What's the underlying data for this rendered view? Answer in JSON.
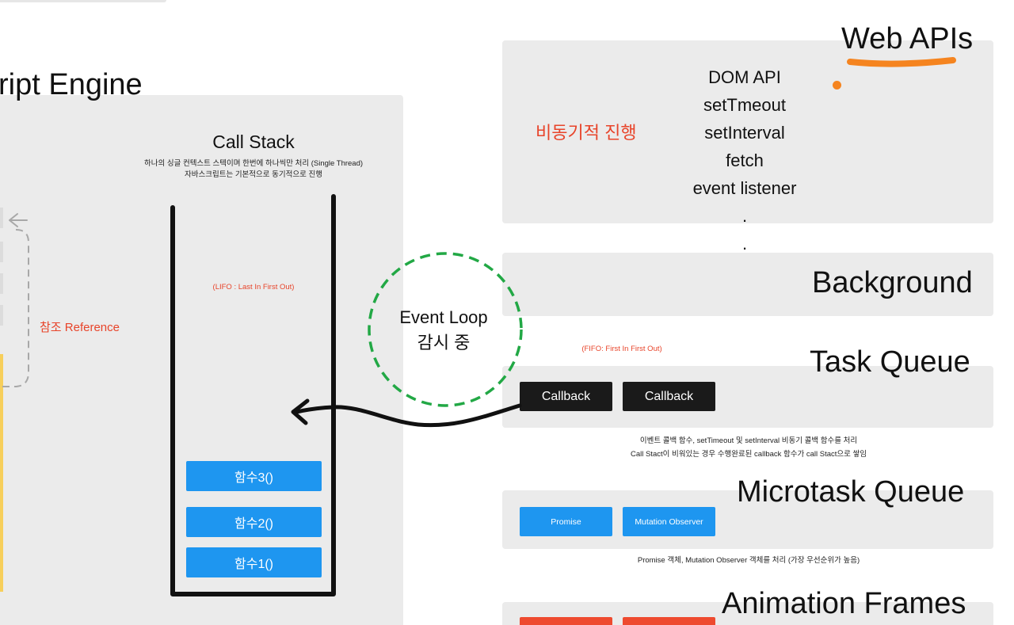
{
  "titles": {
    "engine": "ript Engine",
    "web_apis": "Web APIs",
    "background": "Background",
    "task_queue": "Task Queue",
    "microtask_queue": "Microtask Queue",
    "animation_frames": "Animation Frames"
  },
  "call_stack": {
    "title": "Call Stack",
    "note_line1": "하나의 싱글 컨텍스트 스텍이며 한번에 하나씩만 처리 (Single Thread)",
    "note_line2": "자바스크립트는 기본적으로 동기적으로 진행",
    "lifo": "(LIFO : Last In First Out)",
    "functions": [
      "함수3()",
      "함수2()",
      "함수1()"
    ]
  },
  "reference": {
    "label": "참조 Reference"
  },
  "web_apis": {
    "async_label": "비동기적 진행",
    "items": [
      "DOM API",
      "setTmeout",
      "setInterval",
      "fetch",
      "event listener",
      ".",
      "."
    ]
  },
  "event_loop": {
    "line1": "Event Loop",
    "line2": "감시 중"
  },
  "task_queue": {
    "fifo": "(FIFO: First In First Out)",
    "callbacks": [
      "Callback",
      "Callback"
    ],
    "note_line1": "이벤트 콜백 함수, setTimeout 및 setInterval 비동기 콜백 함수를 처리",
    "note_line2": "Call Stact이 비워있는 경우 수행완료된 callback 함수가 call Stact으로 쌓임"
  },
  "microtask_queue": {
    "items": [
      "Promise",
      "Mutation Observer"
    ],
    "note": "Promise 객체, Mutation Observer 객체를 처리 (가장 우선순위가 높음)"
  },
  "colors": {
    "panel": "#ebebeb",
    "function_blue": "#1e96f0",
    "callback_dark": "#1a1a1a",
    "accent_red": "#e8442a",
    "highlight_orange": "#f5841f",
    "loop_green": "#22a845",
    "animation_red": "#ee4a2f"
  }
}
